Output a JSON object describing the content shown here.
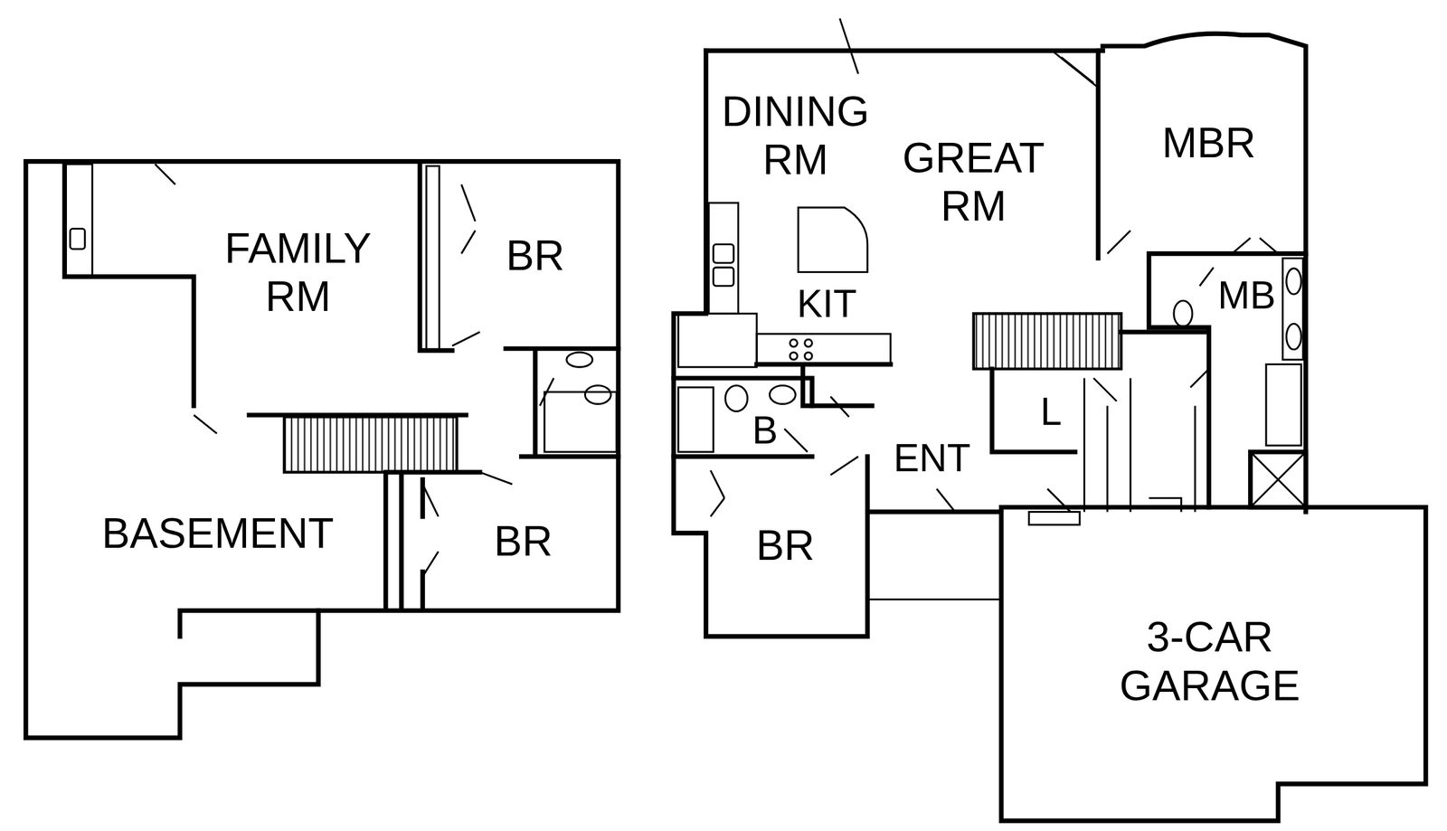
{
  "diagram": {
    "labels": [
      "FAMILY RM",
      "BR",
      "BR",
      "BASEMENT",
      "DINING RM",
      "GREAT RM",
      "MBR",
      "KIT",
      "MB",
      "B",
      "L",
      "ENT",
      "BR",
      "3-CAR GARAGE"
    ]
  }
}
